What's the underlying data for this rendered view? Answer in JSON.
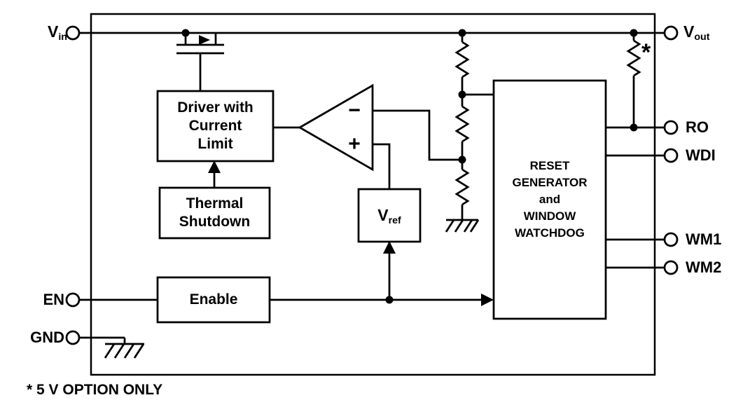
{
  "pins": {
    "vin": {
      "main": "V",
      "sub": "in"
    },
    "vout": {
      "main": "V",
      "sub": "out"
    },
    "ro": {
      "label": "RO"
    },
    "wdi": {
      "label": "WDI"
    },
    "wm1": {
      "label": "WM1"
    },
    "wm2": {
      "label": "WM2"
    },
    "en": {
      "label": "EN"
    },
    "gnd": {
      "label": "GND"
    }
  },
  "blocks": {
    "driver": {
      "lines": [
        "Driver with",
        "Current",
        "Limit"
      ]
    },
    "thermal_shutdown": {
      "lines": [
        "Thermal",
        "Shutdown"
      ]
    },
    "enable": {
      "label": "Enable"
    },
    "vref": {
      "main": "V",
      "sub": "ref"
    },
    "reset_watchdog": {
      "lines": [
        "RESET",
        "GENERATOR",
        "and",
        "WINDOW",
        "WATCHDOG"
      ]
    }
  },
  "comparator": {
    "minus": "−",
    "plus": "+"
  },
  "note_marker": "*",
  "footnote": "* 5 V OPTION ONLY",
  "colors": {
    "line": "#000000",
    "background": "#ffffff"
  }
}
